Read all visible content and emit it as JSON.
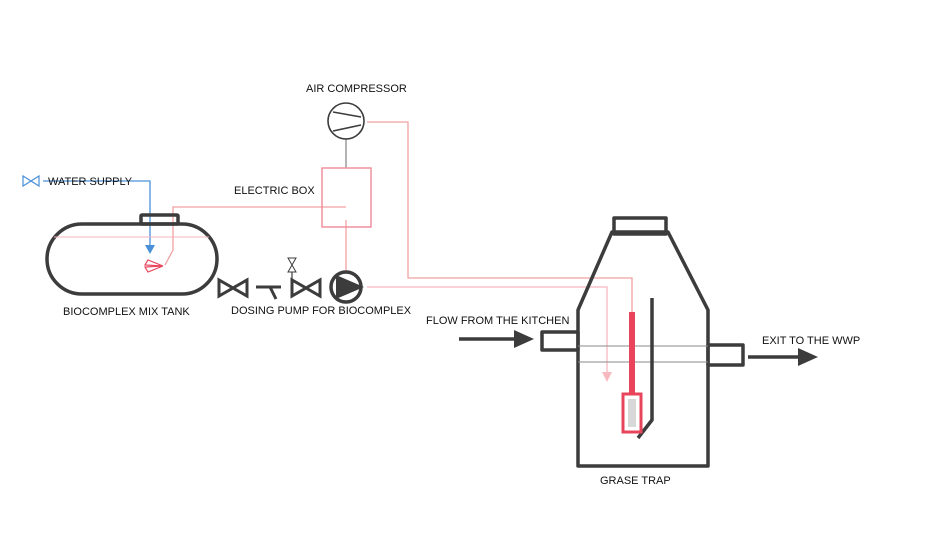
{
  "labels": {
    "air_compressor": "AIR COMPRESSOR",
    "water_supply": "WATER SUPPLY",
    "electric_box": "ELECTRIC BOX",
    "mix_tank": "BIOCOMPLEX MIX TANK",
    "dosing_pump": "DOSING PUMP FOR BIOCOMPLEX",
    "flow_in": "FLOW FROM THE KITCHEN",
    "exit": "EXIT TO THE WWP",
    "grease_trap": "GRASE TRAP"
  },
  "colors": {
    "equipment": "#3c3c3c",
    "air_line": "#f0a0a0",
    "water_line": "#4a90d9",
    "red_component": "#e8455c",
    "dosing_line": "#f7b8c0"
  }
}
